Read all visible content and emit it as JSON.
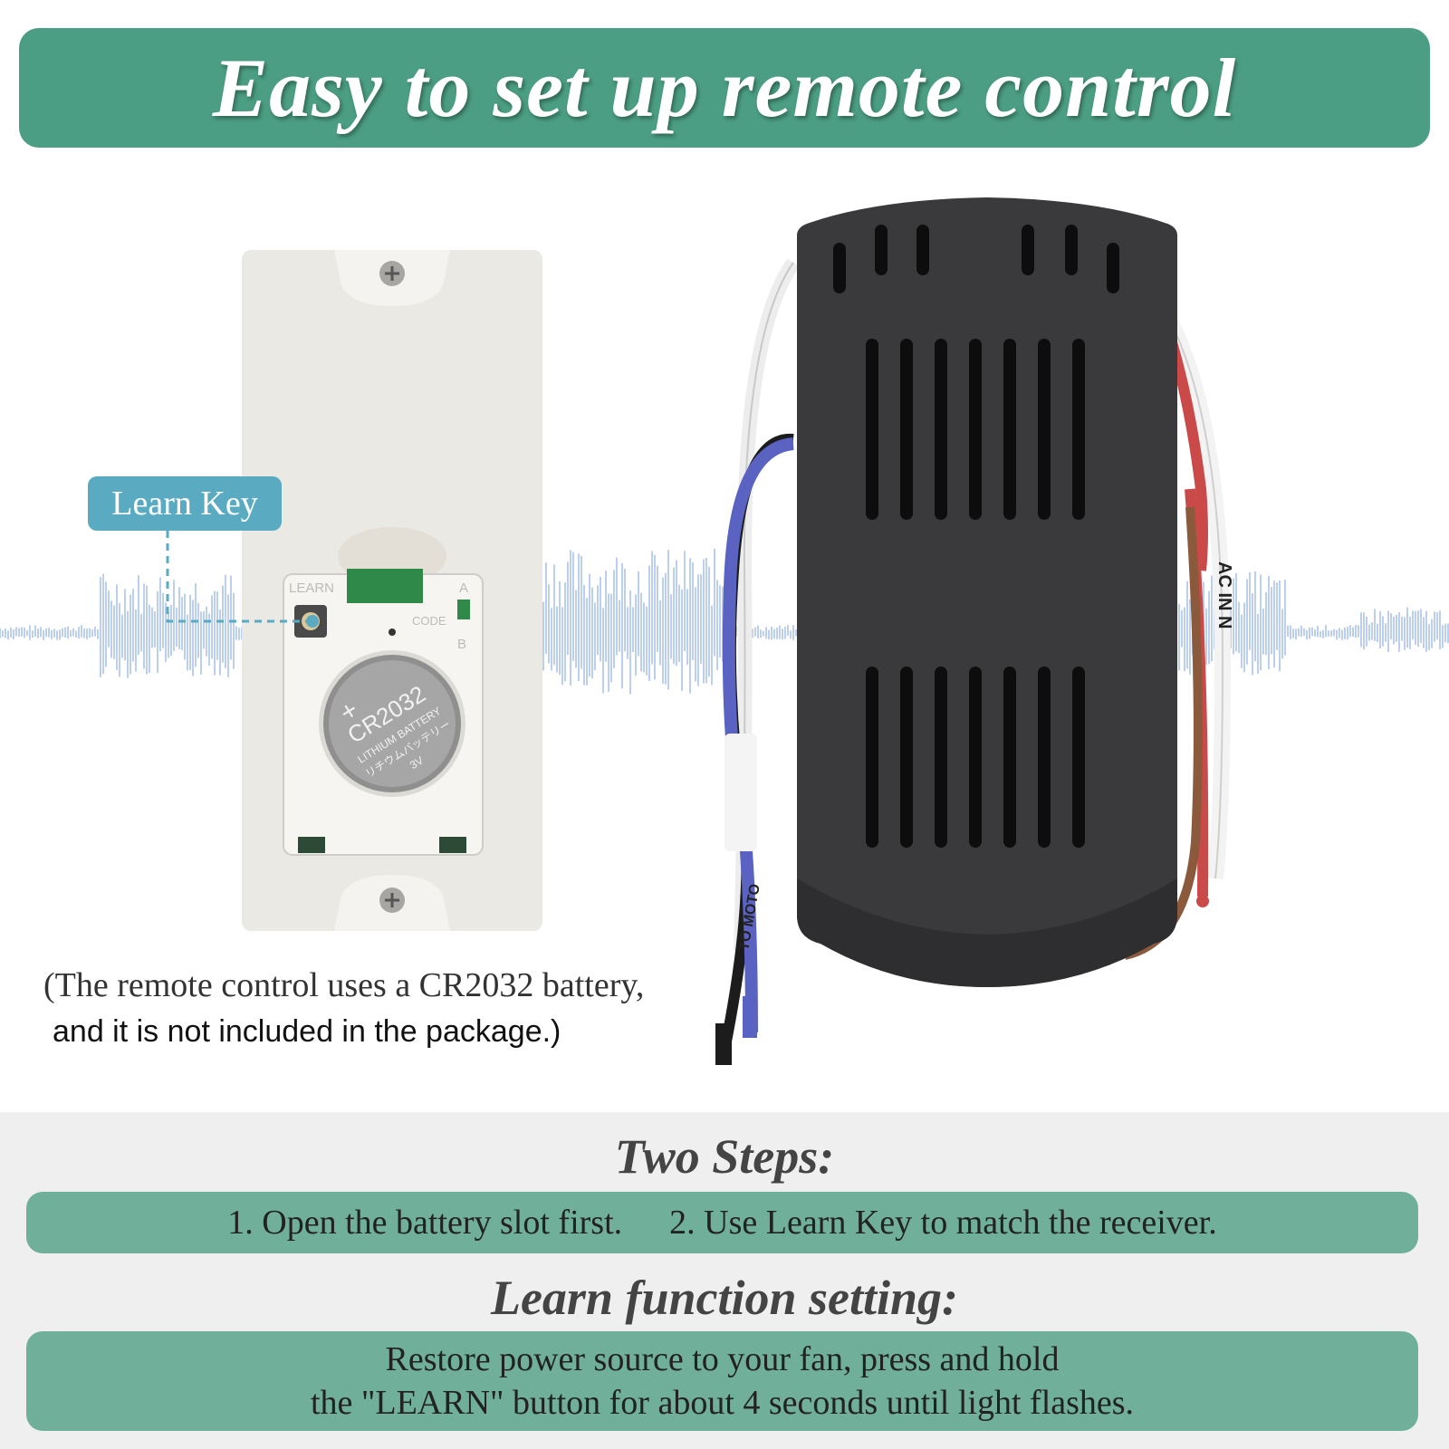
{
  "header": {
    "title": "Easy to set up remote control"
  },
  "remote": {
    "learn_key_label": "Learn Key",
    "learn_text": "LEARN",
    "code_text": "CODE",
    "a_text": "A",
    "b_text": "B",
    "battery_model": "CR2032",
    "battery_line1": "LITHIUM BATTERY",
    "battery_line2": "リチウムバッテリー",
    "battery_voltage": "3V"
  },
  "receiver": {
    "wire_label_ac": "AC IN N",
    "wire_label_motor": "TO MOTO"
  },
  "battery_note": {
    "line1": "(The remote control uses a CR2032 battery,",
    "line2": "and it is not included in the package.)"
  },
  "steps": {
    "heading": "Two Steps:",
    "step1": "1. Open the battery slot first.",
    "step2": "2. Use Learn Key to match the receiver."
  },
  "learn_function": {
    "heading": "Learn function setting:",
    "line1": "Restore power source to your fan, press and hold",
    "line2": "the \"LEARN\" button for about 4 seconds until light flashes."
  },
  "colors": {
    "banner": "#4b9e83",
    "bar": "#70b09b",
    "learn_key": "#5aabc2",
    "wave": "#bccfee",
    "receiver": "#3a3a3c"
  }
}
